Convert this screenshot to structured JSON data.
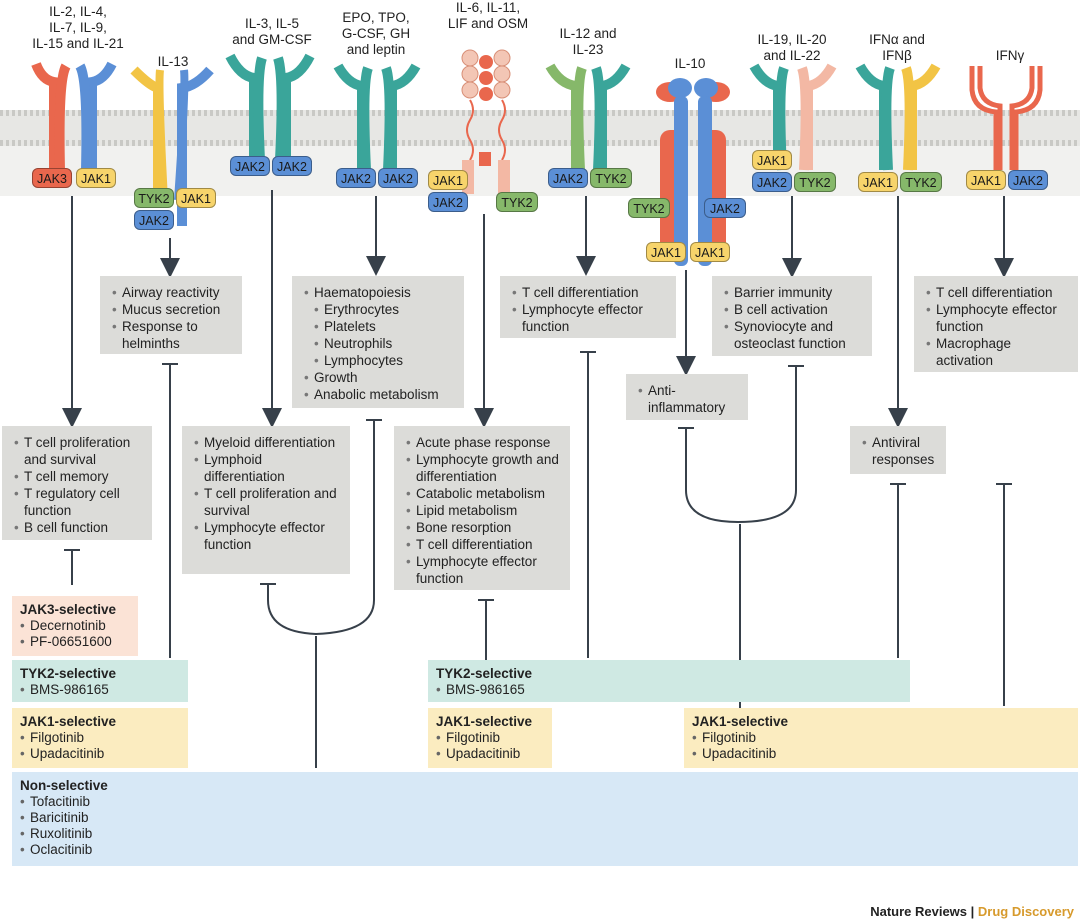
{
  "receptors": [
    {
      "key": "il2",
      "label": "IL-2, IL-4,\nIL-7, IL-9,\nIL-15 and IL-21",
      "jaks": [
        "JAK3",
        "JAK1"
      ]
    },
    {
      "key": "il13",
      "label": "IL-13",
      "jaks": [
        "TYK2",
        "JAK1",
        "JAK2"
      ]
    },
    {
      "key": "il3",
      "label": "IL-3, IL-5\nand GM-CSF",
      "jaks": [
        "JAK2",
        "JAK2"
      ]
    },
    {
      "key": "epo",
      "label": "EPO, TPO,\nG-CSF, GH\nand leptin",
      "jaks": [
        "JAK2",
        "JAK2"
      ]
    },
    {
      "key": "il6",
      "label": "IL-6, IL-11,\nLIF and OSM",
      "jaks": [
        "JAK1",
        "JAK2",
        "TYK2"
      ]
    },
    {
      "key": "il12",
      "label": "IL-12 and\nIL-23",
      "jaks": [
        "JAK2",
        "TYK2"
      ]
    },
    {
      "key": "il10",
      "label": "IL-10",
      "jaks": [
        "TYK2",
        "JAK2",
        "JAK1",
        "JAK1"
      ]
    },
    {
      "key": "il19",
      "label": "IL-19, IL-20\nand IL-22",
      "jaks": [
        "JAK1",
        "JAK2",
        "TYK2"
      ]
    },
    {
      "key": "ifna",
      "label": "IFNα and\nIFNβ",
      "jaks": [
        "JAK1",
        "TYK2"
      ]
    },
    {
      "key": "ifng",
      "label": "IFNγ",
      "jaks": [
        "JAK1",
        "JAK2"
      ]
    }
  ],
  "effects": {
    "il13": [
      "Airway reactivity",
      "Mucus secretion",
      "Response to helminths"
    ],
    "epo": [
      "Haematopoiesis",
      "Erythrocytes",
      "Platelets",
      "Neutrophils",
      "Lymphocytes",
      "Growth",
      "Anabolic metabolism"
    ],
    "il12": [
      "T cell differentiation",
      "Lymphocyte effector function"
    ],
    "il19": [
      "Barrier immunity",
      "B cell activation",
      "Synoviocyte and osteoclast function"
    ],
    "ifng": [
      "T cell differentiation",
      "Lymphocyte effector function",
      "Macrophage activation"
    ],
    "il10": [
      "Anti-inflammatory"
    ],
    "il2": [
      "T cell proliferation and survival",
      "T cell memory",
      "T regulatory cell function",
      "B cell function"
    ],
    "il3": [
      "Myeloid differentiation",
      "Lymphoid differentiation",
      "T cell proliferation and survival",
      "Lymphocyte effector function"
    ],
    "il6": [
      "Acute phase response",
      "Lymphocyte growth and differentiation",
      "Catabolic metabolism",
      "Lipid metabolism",
      "Bone resorption",
      "T cell differentiation",
      "Lymphocyte effector function"
    ],
    "ifna": [
      "Antiviral responses"
    ]
  },
  "inhibitors": {
    "jak3": {
      "title": "JAK3-selective",
      "drugs": [
        "Decernotinib",
        "PF-06651600"
      ]
    },
    "tyk2_left": {
      "title": "TYK2-selective",
      "drugs": [
        "BMS-986165"
      ]
    },
    "tyk2_right": {
      "title": "TYK2-selective",
      "drugs": [
        "BMS-986165"
      ]
    },
    "jak1_left": {
      "title": "JAK1-selective",
      "drugs": [
        "Filgotinib",
        "Upadacitinib"
      ]
    },
    "jak1_mid": {
      "title": "JAK1-selective",
      "drugs": [
        "Filgotinib",
        "Upadacitinib"
      ]
    },
    "jak1_right": {
      "title": "JAK1-selective",
      "drugs": [
        "Filgotinib",
        "Upadacitinib"
      ]
    },
    "nonsel": {
      "title": "Non-selective",
      "drugs": [
        "Tofacitinib",
        "Baricitinib",
        "Ruxolitinib",
        "Oclacitinib"
      ]
    }
  },
  "footer": {
    "journal": "Nature Reviews",
    "sep": " | ",
    "section": "Drug Discovery"
  },
  "colors": {
    "jak1": "#f7d46b",
    "jak2": "#5b8fd6",
    "jak3": "#e9674d",
    "tyk2": "#86b86a",
    "membrane": "#e6e6e3"
  }
}
